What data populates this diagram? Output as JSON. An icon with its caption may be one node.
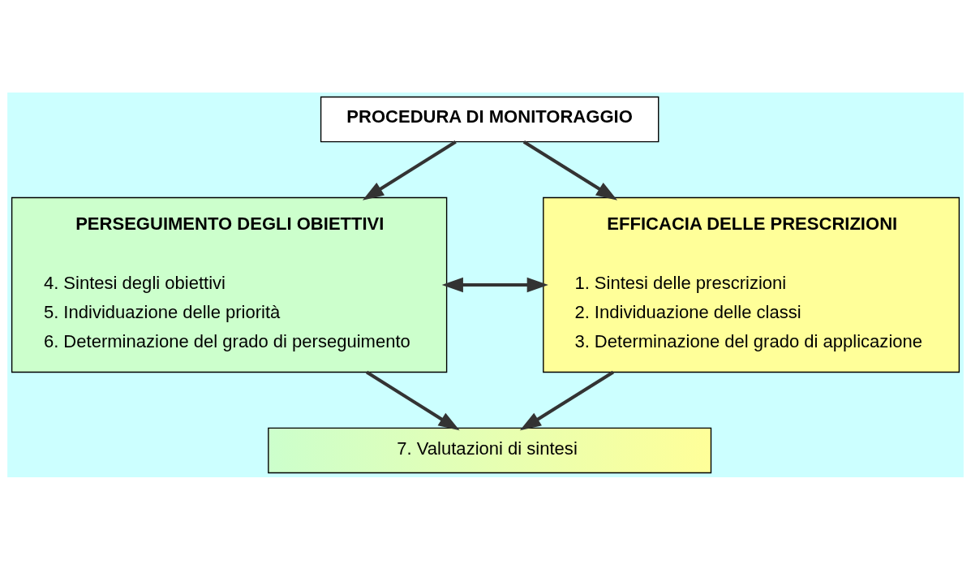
{
  "diagram": {
    "nodes": [
      {
        "text": [
          "PROCEDURA DI MONITORAGGIO"
        ]
      },
      {
        "text": [
          "PERSEGUIMENTO DEGLI OBIETTIVI",
          "4. Sintesi degli obiettivi",
          "5. Individuazione delle priorità",
          "6. Determinazione del grado di perseguimento"
        ]
      },
      {
        "text": [
          "EFFICACIA DELLE PRESCRIZIONI",
          "1. Sintesi delle prescrizioni",
          "2. Individuazione delle classi",
          "3. Determinazione del grado di applicazione"
        ]
      },
      {
        "text": [
          "7. Valutazioni di sintesi"
        ]
      }
    ],
    "edges": [
      {
        "from": 0,
        "to": 1,
        "arrow": "to"
      },
      {
        "from": 0,
        "to": 2,
        "arrow": "to"
      },
      {
        "from": 1,
        "to": 2,
        "arrow": "both"
      },
      {
        "from": 1,
        "to": 3,
        "arrow": "to"
      },
      {
        "from": 2,
        "to": 3,
        "arrow": "to"
      }
    ]
  }
}
